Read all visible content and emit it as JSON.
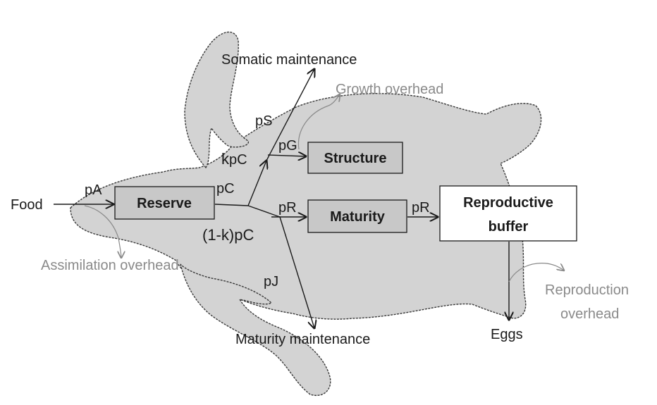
{
  "nodes": {
    "food": "Food",
    "reserve": "Reserve",
    "structure": "Structure",
    "maturity": "Maturity",
    "reproductive_buffer_line1": "Reproductive",
    "reproductive_buffer_line2": "buffer",
    "eggs": "Eggs"
  },
  "sinks": {
    "somatic_maintenance": "Somatic maintenance",
    "maturity_maintenance": "Maturity maintenance"
  },
  "overheads": {
    "growth": "Growth overhead",
    "assimilation": "Assimilation overhead",
    "reproduction_line1": "Reproduction",
    "reproduction_line2": "overhead"
  },
  "fluxes": {
    "pA": "pA",
    "pC": "pC",
    "kpC_k": "k",
    "kpC_rest": "pC",
    "one_minus_k_pC": "(1-k)pC",
    "pS": "pS",
    "pG": "pG",
    "pR_to_maturity": "pR",
    "pR_to_buffer": "pR",
    "pJ": "pJ"
  },
  "colors": {
    "turtle_fill": "#d3d3d3",
    "box_fill": "#c8c8c8",
    "overhead_text": "#8a8a8a",
    "line": "#1a1a1a"
  }
}
